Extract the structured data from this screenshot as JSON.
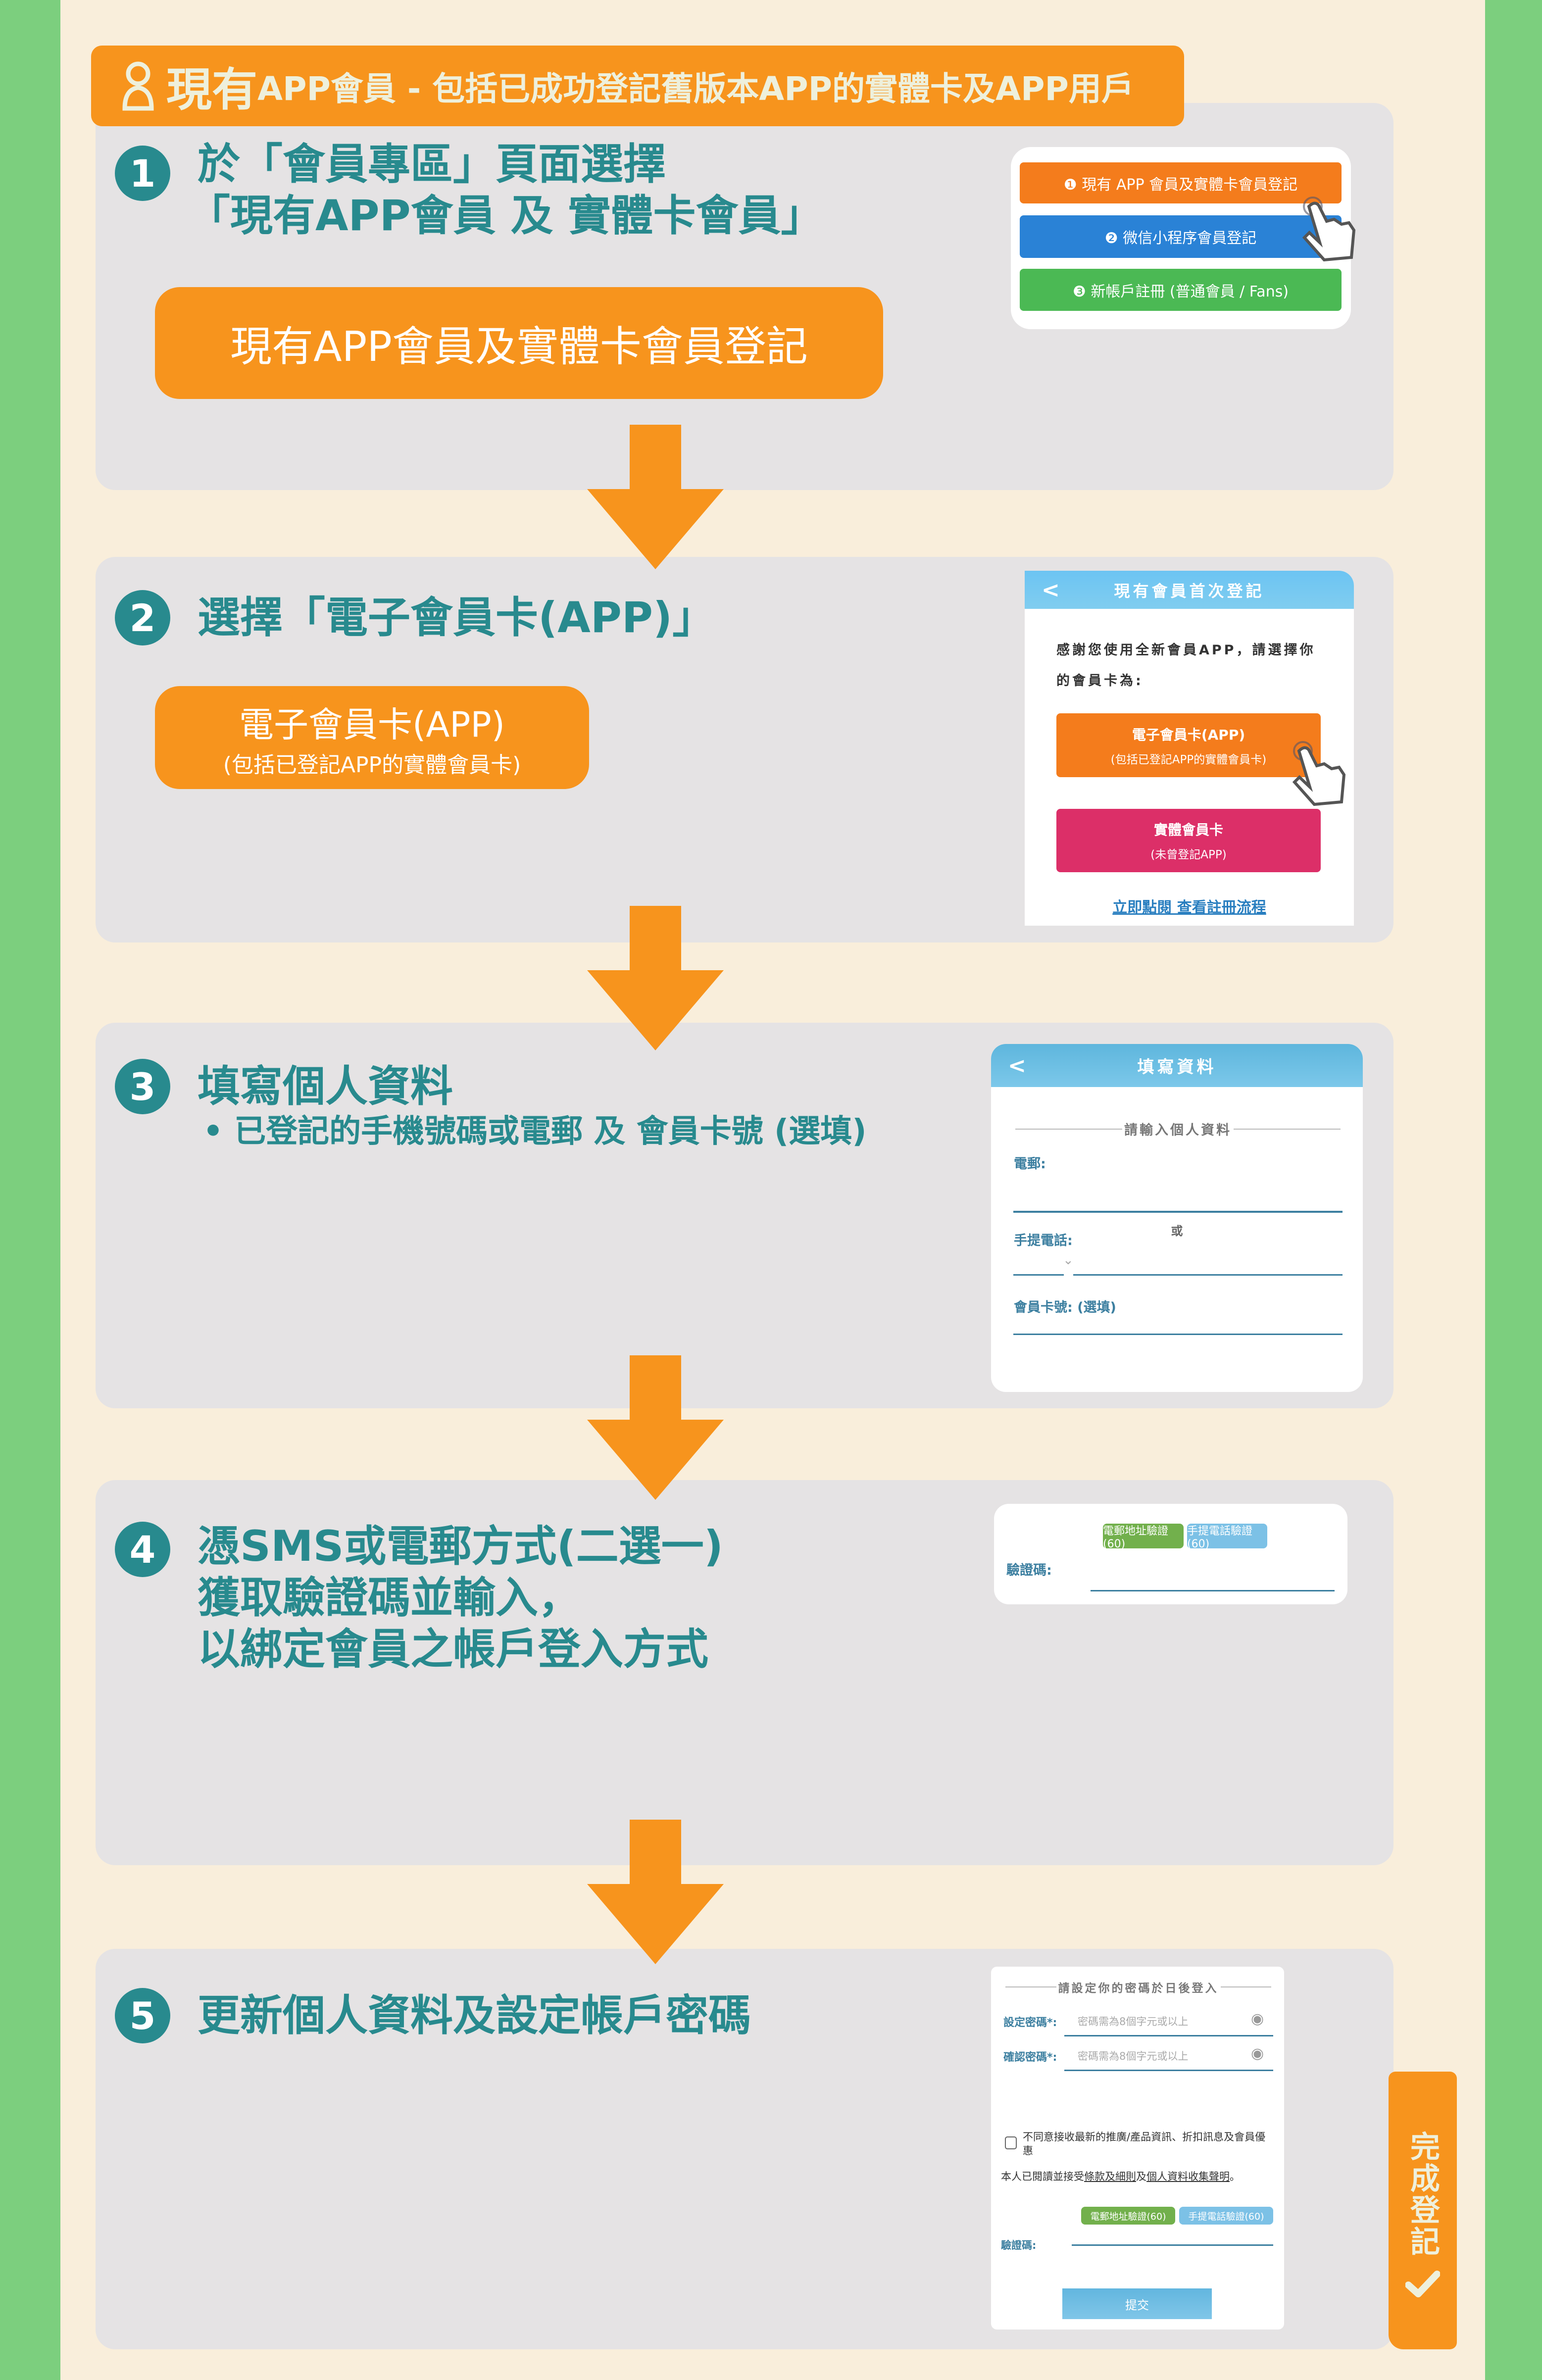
{
  "header": {
    "title_bold": "現有",
    "title_rest": "APP會員 - 包括已成功登記舊版本APP的實體卡及APP用戶",
    "icon": "user-icon"
  },
  "steps": [
    {
      "num": "1",
      "lines": [
        "於「會員專區」頁面選擇",
        "「現有APP會員 及 實體卡會員」"
      ],
      "button": "現有APP會員及實體卡會員登記",
      "mock": {
        "buttons": [
          "❶ 現有 APP 會員及實體卡會員登記",
          "❷ 微信小程序會員登記",
          "❸ 新帳戶註冊 (普通會員 / Fans)"
        ]
      }
    },
    {
      "num": "2",
      "lines": [
        "選擇「電子會員卡(APP)」"
      ],
      "button": "電子會員卡(APP)",
      "button_sub": "(包括已登記APP的實體會員卡)",
      "mock": {
        "title": "現有會員首次登記",
        "intro": "感謝您使用全新會員APP，請選擇你的會員卡為:",
        "opt1": "電子會員卡(APP)",
        "opt1_sub": "(包括已登記APP的實體會員卡)",
        "opt2": "實體會員卡",
        "opt2_sub": "(未曾登記APP)",
        "link": "立即點閱 查看註冊流程"
      }
    },
    {
      "num": "3",
      "lines": [
        "填寫個人資料"
      ],
      "bullet": "已登記的手機號碼或電郵 及 會員卡號 (選填)",
      "mock": {
        "title": "填寫資料",
        "section": "請輸入個人資料",
        "email": "電郵:",
        "or": "或",
        "phone": "手提電話:",
        "card": "會員卡號: (選填)"
      }
    },
    {
      "num": "4",
      "lines": [
        "憑SMS或電郵方式(二選一)",
        "獲取驗證碼並輸入，",
        "以綁定會員之帳戶登入方式"
      ],
      "mock": {
        "email_btn": "電郵地址驗證(60)",
        "phone_btn": "手提電話驗證(60)",
        "code": "驗證碼:"
      }
    },
    {
      "num": "5",
      "lines": [
        "更新個人資料及設定帳戶密碼"
      ],
      "mock": {
        "section": "請設定你的密碼於日後登入",
        "pw": "設定密碼*:",
        "pw2": "確認密碼*:",
        "placeholder": "密碼需為8個字元或以上",
        "optout": "不同意接收最新的推廣/產品資訊、折扣訊息及會員優惠",
        "terms_pre": "本人已閱讀並接受",
        "terms_link1": "條款及細則",
        "terms_mid": "及",
        "terms_link2": "個人資料收集聲明",
        "terms_end": "。",
        "email_btn": "電郵地址驗證(60)",
        "phone_btn": "手提電話驗證(60)",
        "code": "驗證碼:",
        "submit": "提交"
      }
    }
  ],
  "complete": {
    "label": "完成登記",
    "icon": "check-icon"
  },
  "colors": {
    "orange": "#f7941d",
    "teal": "#288a8e",
    "green": "#7ccf7e",
    "cream": "#f9eedb",
    "panel": "#e5e3e4"
  }
}
